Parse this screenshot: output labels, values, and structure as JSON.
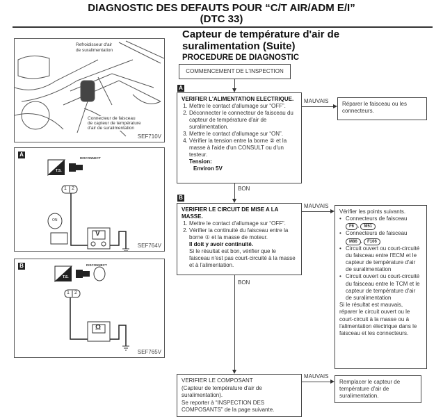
{
  "header": {
    "title_line1": "DIAGNOSTIC DES DEFAUTS POUR “C/T AIR/ADM E/I”",
    "title_line2": "(DTC 33)"
  },
  "section": {
    "title_line1": "Capteur de température d'air de",
    "title_line2": "suralimentation (Suite)",
    "subtitle": "PROCEDURE DE DIAGNOSTIC"
  },
  "figures": [
    {
      "code": "SEF710V",
      "label1": "Refroidisseur d'air",
      "label2": "de suralimentation",
      "label3": "Connecteur de faisceau",
      "label4": "de capteur de température",
      "label5": "d'air de suralimentation"
    },
    {
      "tag": "A",
      "code": "SEF764V",
      "disconnect": "DISCONNECT",
      "ts": "T.S.",
      "meter": "V",
      "pin1": "1",
      "pin2": "2",
      "key": "ON"
    },
    {
      "tag": "B",
      "code": "SEF765V",
      "disconnect": "DISCONNECT",
      "ts": "T.S.",
      "meter": "Ω",
      "pin1": "1",
      "pin2": "2"
    }
  ],
  "flow": {
    "start": "COMMENCEMENT DE L'INSPECTION",
    "stepA": {
      "tag": "A",
      "title": "VERIFIER L'ALIMENTATION ELECTRIQUE.",
      "items": [
        "Mettre le contact d'allumage sur “OFF”.",
        "Déconnecter le connecteur de faisceau du capteur de température d'air de suralimentation.",
        "Mettre le contact d'allumage sur “ON”.",
        "Vérifier la tension entre la borne ② et la masse à l'aide d'un CONSULT ou d'un testeur."
      ],
      "spec_label": "Tension:",
      "spec_value": "Environ 5V"
    },
    "stepA_bad": "Réparer le faisceau ou les connecteurs.",
    "stepB": {
      "tag": "B",
      "title": "VERIFIER LE CIRCUIT DE MISE A LA MASSE.",
      "items": [
        "Mettre le contact d'allumage sur “OFF”.",
        "Vérifier la continuité du faisceau entre la borne ① et la masse de moteur."
      ],
      "spec": "Il doit y avoir continuité.",
      "note": "Si le résultat est bon, vérifier que le faisceau n'est pas court-circuité à la masse et à l'alimentation."
    },
    "stepB_bad": {
      "intro": "Vérifier les points suivants.",
      "c1": "Connecteurs de faisceau",
      "c1a": "F6",
      "c1b": "M51",
      "c2": "Connecteurs de faisceau",
      "c2a": "M86",
      "c2b": "F106",
      "i3": "Circuit ouvert ou court-circuité du faisceau entre l'ECM et le capteur de température d'air de suralimentation",
      "i4": "Circuit ouvert ou court-circuité du faisceau entre le TCM et le capteur de température d'air de suralimentation",
      "outro": "Si le résultat est mauvais, réparer le circuit ouvert ou le court-circuit à la masse ou à l'alimentation électrique dans le faisceau et les connecteurs."
    },
    "stepC": {
      "title": "VERIFIER LE COMPOSANT",
      "l2": "(Capteur de température d'air de suralimentation).",
      "l3": "Se reporter à “INSPECTION DES COMPOSANTS” de la page suivante."
    },
    "stepC_bad": "Remplacer le capteur de température d'air de suralimentation.",
    "bad": "MAUVAIS",
    "good": "BON"
  }
}
